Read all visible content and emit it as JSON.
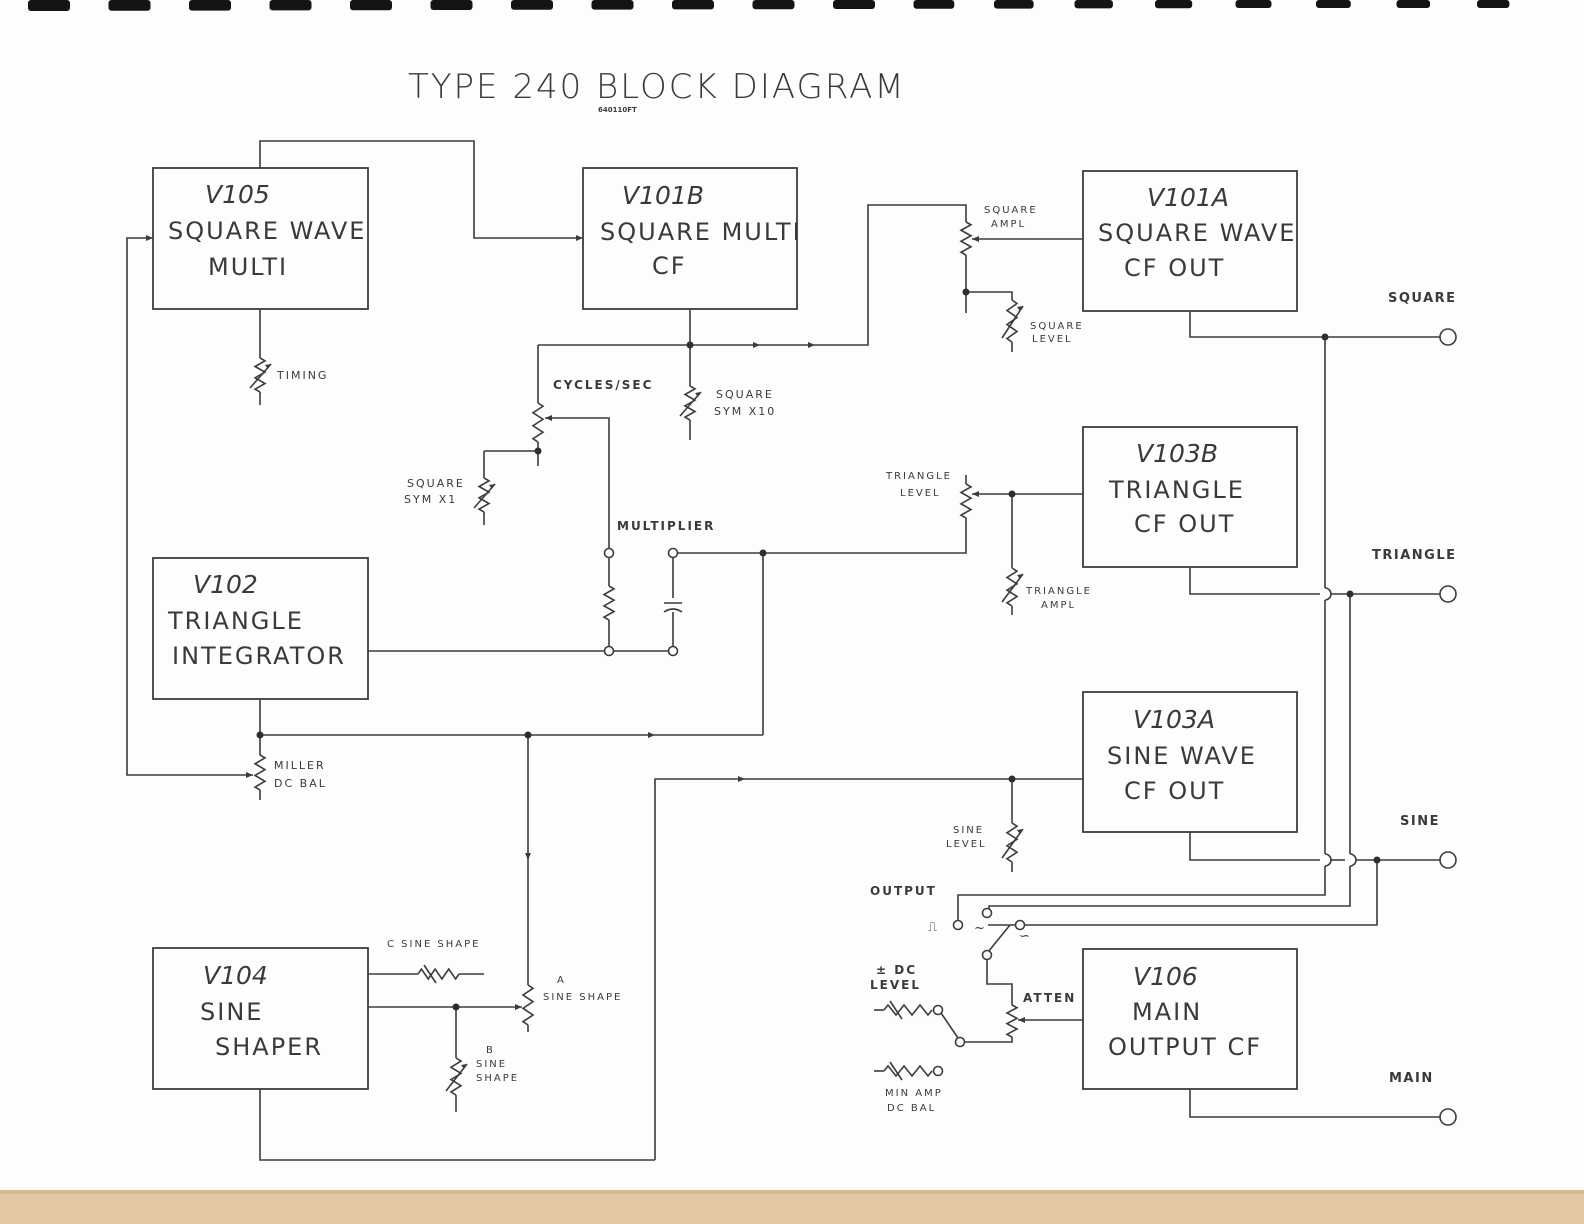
{
  "title": "TYPE 240  BLOCK DIAGRAM",
  "title_note": "640110FT",
  "blocks": [
    {
      "id": "V105",
      "label": "V105",
      "lines": [
        "SQUARE  WAVE",
        "MULTI"
      ]
    },
    {
      "id": "V101B",
      "label": "V101B",
      "lines": [
        "SQUARE  MULTI",
        "CF"
      ]
    },
    {
      "id": "V101A",
      "label": "V101A",
      "lines": [
        "SQUARE  WAVE",
        "CF   OUT"
      ]
    },
    {
      "id": "V102",
      "label": "V102",
      "lines": [
        "TRIANGLE",
        "INTEGRATOR"
      ]
    },
    {
      "id": "V103B",
      "label": "V103B",
      "lines": [
        "TRIANGLE",
        "CF   OUT"
      ]
    },
    {
      "id": "V103A",
      "label": "V103A",
      "lines": [
        "SINE  WAVE",
        "CF   OUT"
      ]
    },
    {
      "id": "V104",
      "label": "V104",
      "lines": [
        "SINE",
        "SHAPER"
      ]
    },
    {
      "id": "V106",
      "label": "V106",
      "lines": [
        "MAIN",
        "OUTPUT CF"
      ]
    }
  ],
  "controls": {
    "timing": "TIMING",
    "miller_dc_bal": [
      "MILLER",
      "DC  BAL"
    ],
    "cycles_sec": "CYCLES/SEC",
    "square_sym_x10": [
      "SQUARE",
      "SYM  X10"
    ],
    "square_sym_x1": [
      "SQUARE",
      "SYM  X1"
    ],
    "multiplier": "MULTIPLIER",
    "square_ampl": [
      "SQUARE",
      "AMPL"
    ],
    "square_level": [
      "SQUARE",
      "LEVEL"
    ],
    "triangle_level": [
      "TRIANGLE",
      "LEVEL"
    ],
    "triangle_ampl": [
      "TRIANGLE",
      "AMPL"
    ],
    "sine_level": [
      "SINE",
      "LEVEL"
    ],
    "c_sine_shape": "C  SINE  SHAPE",
    "a_sine_shape": [
      "A",
      "SINE  SHAPE"
    ],
    "b_sine_shape": [
      "B",
      "SINE",
      "SHAPE"
    ],
    "output": "OUTPUT",
    "dc_level": [
      "± DC",
      "LEVEL"
    ],
    "atten": "ATTEN",
    "min_amp_dc_bal": [
      "MIN  AMP",
      "DC  BAL"
    ]
  },
  "outputs": [
    {
      "id": "square",
      "label": "SQUARE"
    },
    {
      "id": "triangle",
      "label": "TRIANGLE"
    },
    {
      "id": "sine",
      "label": "SINE"
    },
    {
      "id": "main",
      "label": "MAIN"
    }
  ],
  "switch_symbols": {
    "square": "⎍",
    "triangle": "~",
    "sine": "∽"
  }
}
